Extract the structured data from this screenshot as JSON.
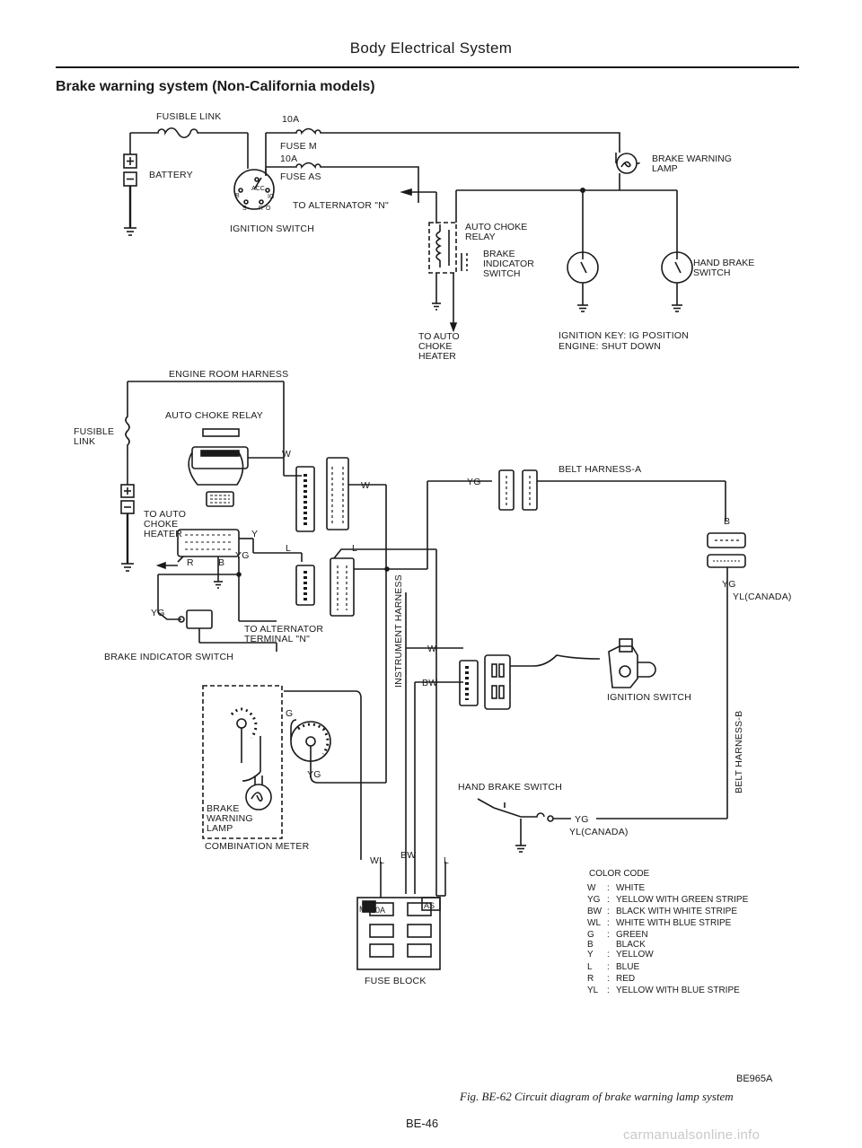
{
  "header": {
    "title": "Body Electrical System",
    "section": "Brake warning system (Non-California models)"
  },
  "top": {
    "fusible_link": "FUSIBLE LINK",
    "amp_10a": "10A",
    "fuse_m": "FUSE M",
    "amp_10a_b": "10A",
    "fuse_as": "FUSE AS",
    "battery": "BATTERY",
    "ign_acc": "ACC",
    "ign_b": "B",
    "ign_ig": "IG",
    "ign_s": "S",
    "ign_r": "R",
    "ign_o": "O",
    "to_alternator": "TO ALTERNATOR \"N\"",
    "ignition_switch": "IGNITION SWITCH",
    "auto_choke_relay": "AUTO CHOKE RELAY",
    "brake_indicator_switch": "BRAKE INDICATOR SWITCH",
    "brake_warning_lamp": "BRAKE WARNING LAMP",
    "hand_brake_switch": "HAND BRAKE SWITCH",
    "to_auto_choke_heater": "TO AUTO CHOKE HEATER",
    "ignition_key_note": "IGNITION KEY: IG POSITION",
    "engine_note": "ENGINE: SHUT DOWN"
  },
  "bottom": {
    "engine_room_harness": "ENGINE ROOM HARNESS",
    "auto_choke_relay": "AUTO CHOKE RELAY",
    "fusible": "FUSIBLE",
    "link": "LINK",
    "to_auto": "TO AUTO",
    "choke": "CHOKE",
    "heater": "HEATER",
    "wire_w": "W",
    "wire_y": "Y",
    "wire_b": "B",
    "wire_yg": "YG",
    "wire_r": "R",
    "wire_l": "L",
    "wire_bw": "BW",
    "wire_wl": "WL",
    "wire_g": "G",
    "wire_yl_canada": "YL(CANADA)",
    "to_alternator_terminal": "TO ALTERNATOR",
    "terminal_n": "TERMINAL \"N\"",
    "brake_indicator_switch": "BRAKE INDICATOR SWITCH",
    "instrument_harness": "INSTRUMENT HARNESS",
    "belt_harness_a": "BELT HARNESS-A",
    "belt_harness_b": "BELT HARNESS-B",
    "ignition_switch": "IGNITION SWITCH",
    "hand_brake_switch": "HAND BRAKE SWITCH",
    "brake": "BRAKE",
    "warning": "WARNING",
    "lamp": "LAMP",
    "combination_meter": "COMBINATION METER",
    "fuse_block": "FUSE BLOCK",
    "fuse_m": "M",
    "fuse_10a": "10A",
    "fuse_as": "AS"
  },
  "color_code": {
    "title": "COLOR CODE",
    "items": [
      {
        "code": "W",
        "desc": "WHITE"
      },
      {
        "code": "YG",
        "desc": "YELLOW WITH GREEN STRIPE"
      },
      {
        "code": "BW",
        "desc": "BLACK WITH WHITE STRIPE"
      },
      {
        "code": "WL",
        "desc": "WHITE WITH BLUE STRIPE"
      },
      {
        "code": "G",
        "desc": "GREEN"
      },
      {
        "code": "B",
        "desc": "BLACK"
      },
      {
        "code": "Y",
        "desc": "YELLOW"
      },
      {
        "code": "L",
        "desc": "BLUE"
      },
      {
        "code": "R",
        "desc": "RED"
      },
      {
        "code": "YL",
        "desc": "YELLOW WITH BLUE STRIPE"
      }
    ]
  },
  "footer": {
    "fig_code": "BE965A",
    "caption": "Fig. BE-62 Circuit diagram of brake warning lamp system",
    "page": "BE-46",
    "watermark": "carmanualsonline.info"
  }
}
